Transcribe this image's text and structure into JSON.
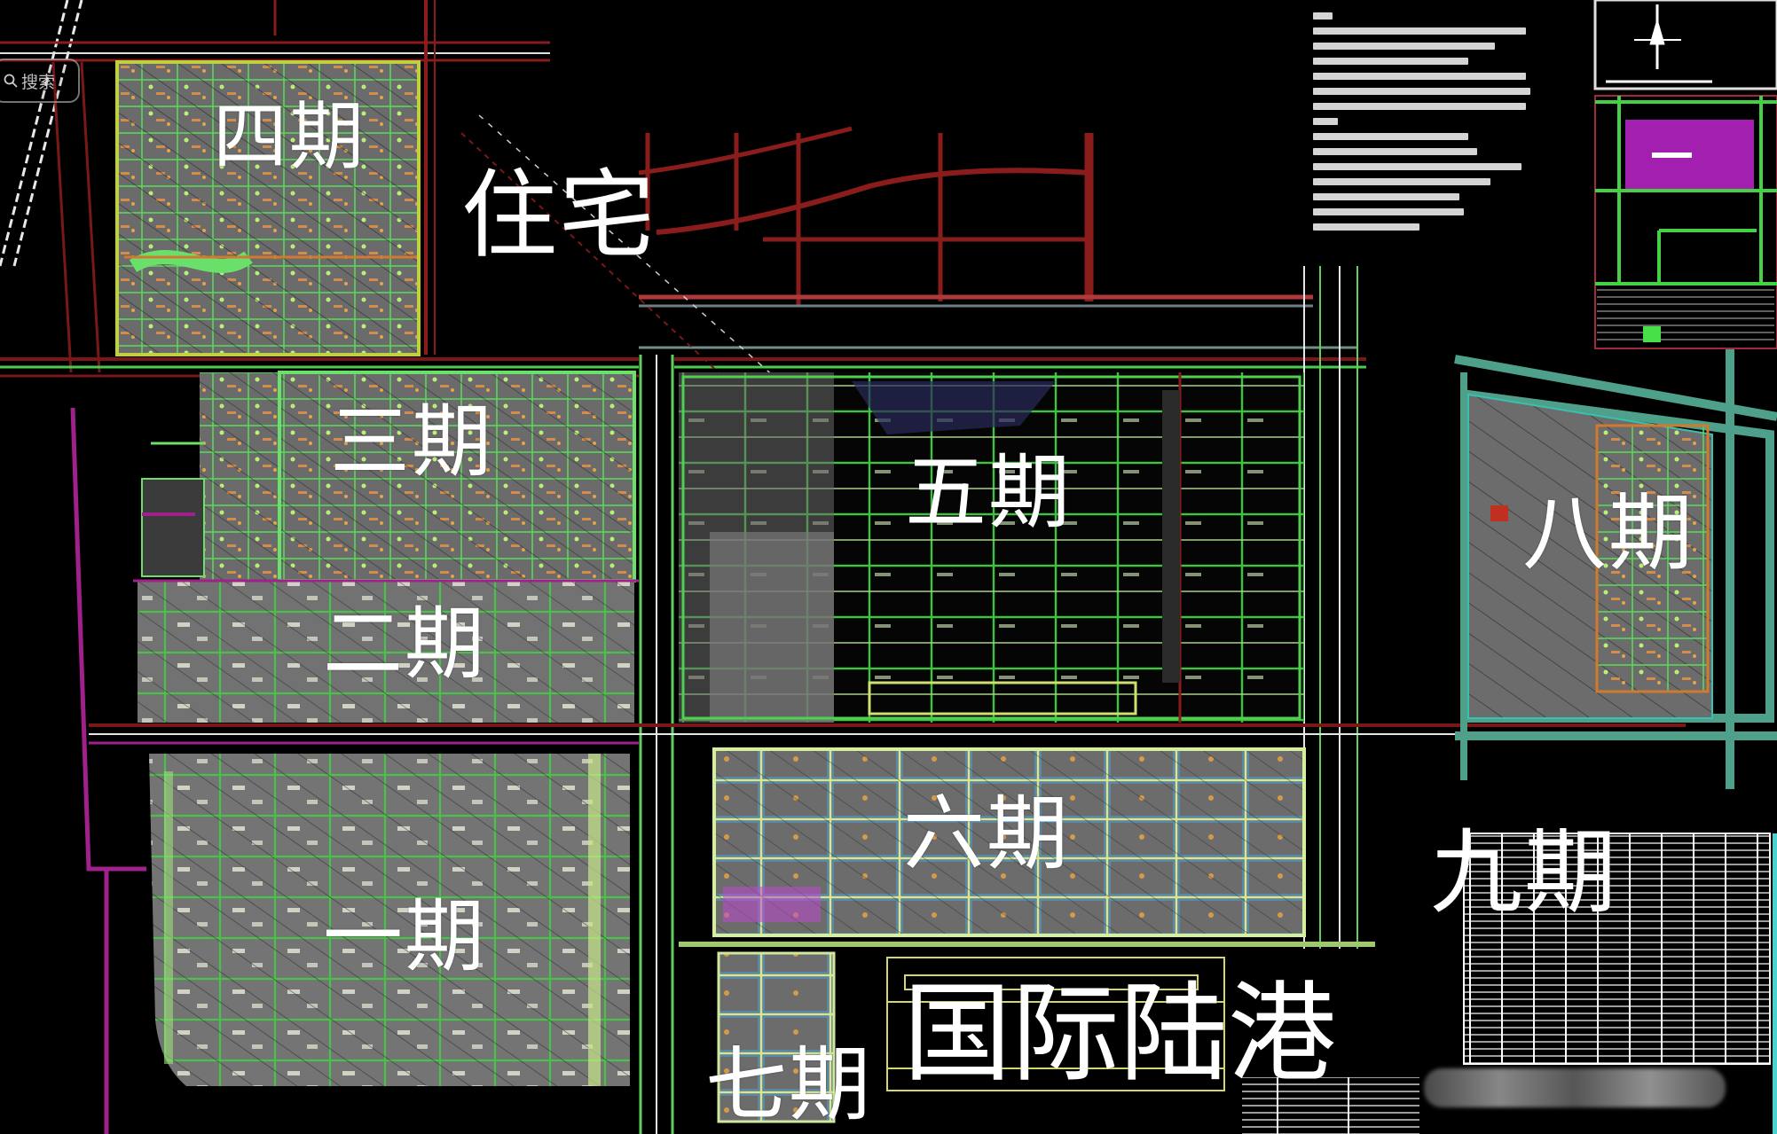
{
  "view": {
    "type": "CAD site master plan",
    "background_color": "#000000"
  },
  "search": {
    "label": "搜索",
    "icon": "search-icon"
  },
  "zones": [
    {
      "id": "phase-4",
      "label": "四期"
    },
    {
      "id": "residential",
      "label": "住宅"
    },
    {
      "id": "phase-3",
      "label": "三期"
    },
    {
      "id": "phase-2",
      "label": "二期"
    },
    {
      "id": "phase-1",
      "label": "一期"
    },
    {
      "id": "phase-5",
      "label": "五期"
    },
    {
      "id": "phase-6",
      "label": "六期"
    },
    {
      "id": "phase-7",
      "label": "七期"
    },
    {
      "id": "phase-8",
      "label": "八期"
    },
    {
      "id": "phase-9",
      "label": "九期"
    },
    {
      "id": "inland-port",
      "label": "国际陆港"
    }
  ],
  "annotations": {
    "compass": "north-arrow-icon",
    "notes_block": "design-notes-text-block",
    "legend_block": "legend-table",
    "key_plan": "key-plan-minimap",
    "watermark": "blurred-watermark"
  },
  "colors": {
    "background": "#000000",
    "road_red": "#8a1c1c",
    "plot_gray": "#6e6e6e",
    "grid_green": "#4fd14f",
    "boundary_magenta": "#a0208c",
    "label_white": "#ffffff",
    "key_plan_purple": "#a21fb0"
  }
}
